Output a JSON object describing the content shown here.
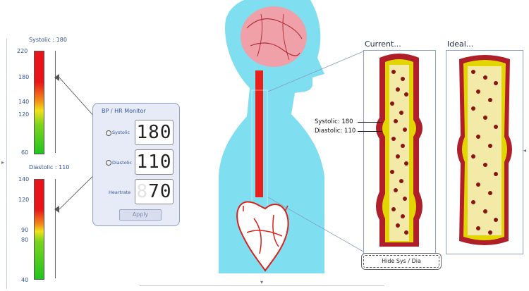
{
  "systolic_gauge": {
    "title": "Systolic : 180",
    "ticks": [
      "220",
      "180",
      "140",
      "120",
      "60"
    ],
    "value_fraction": 0.75
  },
  "diastolic_gauge": {
    "title": "Diastolic : 110",
    "ticks": [
      "140",
      "120",
      "90",
      "80",
      "40"
    ],
    "value_fraction": 0.7
  },
  "monitor": {
    "title": "BP / HR Monitor",
    "systolic_label": "Systolic",
    "diastolic_label": "Diastolic",
    "heartrate_label": "Heartrate",
    "systolic_digits": "180",
    "diastolic_digits": "110",
    "heartrate_digits": "70",
    "apply_label": "Apply"
  },
  "artery": {
    "current_title": "Current...",
    "ideal_title": "Ideal...",
    "systolic_annotation": "Systolic: 180",
    "diastolic_annotation": "Diastolic: 110",
    "hide_button": "Hide Sys / Dia"
  },
  "colors": {
    "skin": "#7fdff0",
    "blood": "#e8201c",
    "plaque": "#e6d700",
    "accent": "#2f4f93"
  }
}
